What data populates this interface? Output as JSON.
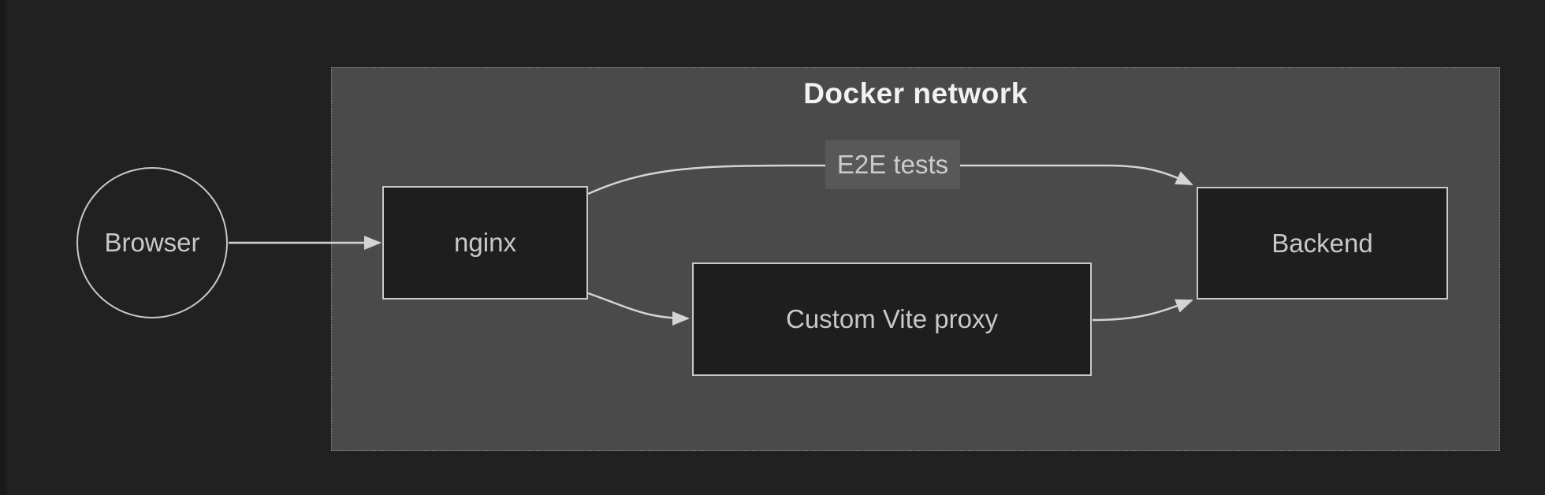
{
  "diagram": {
    "subgraph": {
      "title": "Docker network"
    },
    "nodes": {
      "browser": {
        "label": "Browser",
        "shape": "circle"
      },
      "nginx": {
        "label": "nginx",
        "shape": "rect"
      },
      "vite_proxy": {
        "label": "Custom Vite proxy",
        "shape": "rect"
      },
      "backend": {
        "label": "Backend",
        "shape": "rect"
      }
    },
    "edges": [
      {
        "from": "browser",
        "to": "nginx",
        "label": ""
      },
      {
        "from": "nginx",
        "to": "backend",
        "label": "E2E tests"
      },
      {
        "from": "nginx",
        "to": "vite_proxy",
        "label": ""
      },
      {
        "from": "vite_proxy",
        "to": "backend",
        "label": ""
      }
    ],
    "edge_label_e2e": "E2E tests",
    "colors": {
      "background": "#212121",
      "window_edge": "#1a1a1a",
      "subgraph_fill": "#4a4a4a",
      "subgraph_border": "#8a8a8a",
      "node_fill": "#1e1e1e",
      "node_border": "#c9c9c9",
      "node_text": "#c8c8c8",
      "title_text": "#f2f2f2",
      "edge_stroke": "#d4d4d4",
      "edge_label_bg": "#585858",
      "edge_label_text": "#cccccc"
    }
  }
}
